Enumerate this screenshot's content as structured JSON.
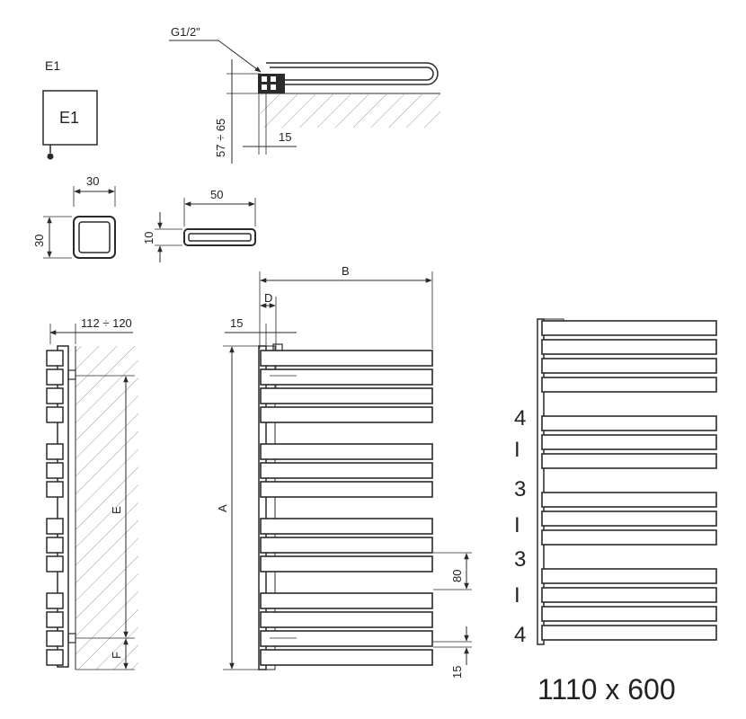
{
  "labels": {
    "e1_title": "E1",
    "e1_box": "E1",
    "g_thread": "G1/2\"",
    "wall_dist": "57 ÷ 65",
    "pipe_offset": "15",
    "tube_w": "30",
    "tube_h": "30",
    "flat_w": "50",
    "flat_h": "10",
    "side_depth": "112 ÷ 120",
    "dim_e": "E",
    "dim_f": "F",
    "dim_b": "B",
    "dim_d": "D",
    "dim_15_top": "15",
    "dim_a": "A",
    "dim_80": "80",
    "dim_15_bottom": "15",
    "groups": [
      "4",
      "I",
      "3",
      "I",
      "3",
      "I",
      "4"
    ],
    "size": "1110 x 600"
  },
  "colors": {
    "stroke": "#2a2a2a",
    "hatch": "#9a9a9a",
    "text": "#222222"
  },
  "bar_groups": [
    4,
    3,
    3,
    4
  ]
}
